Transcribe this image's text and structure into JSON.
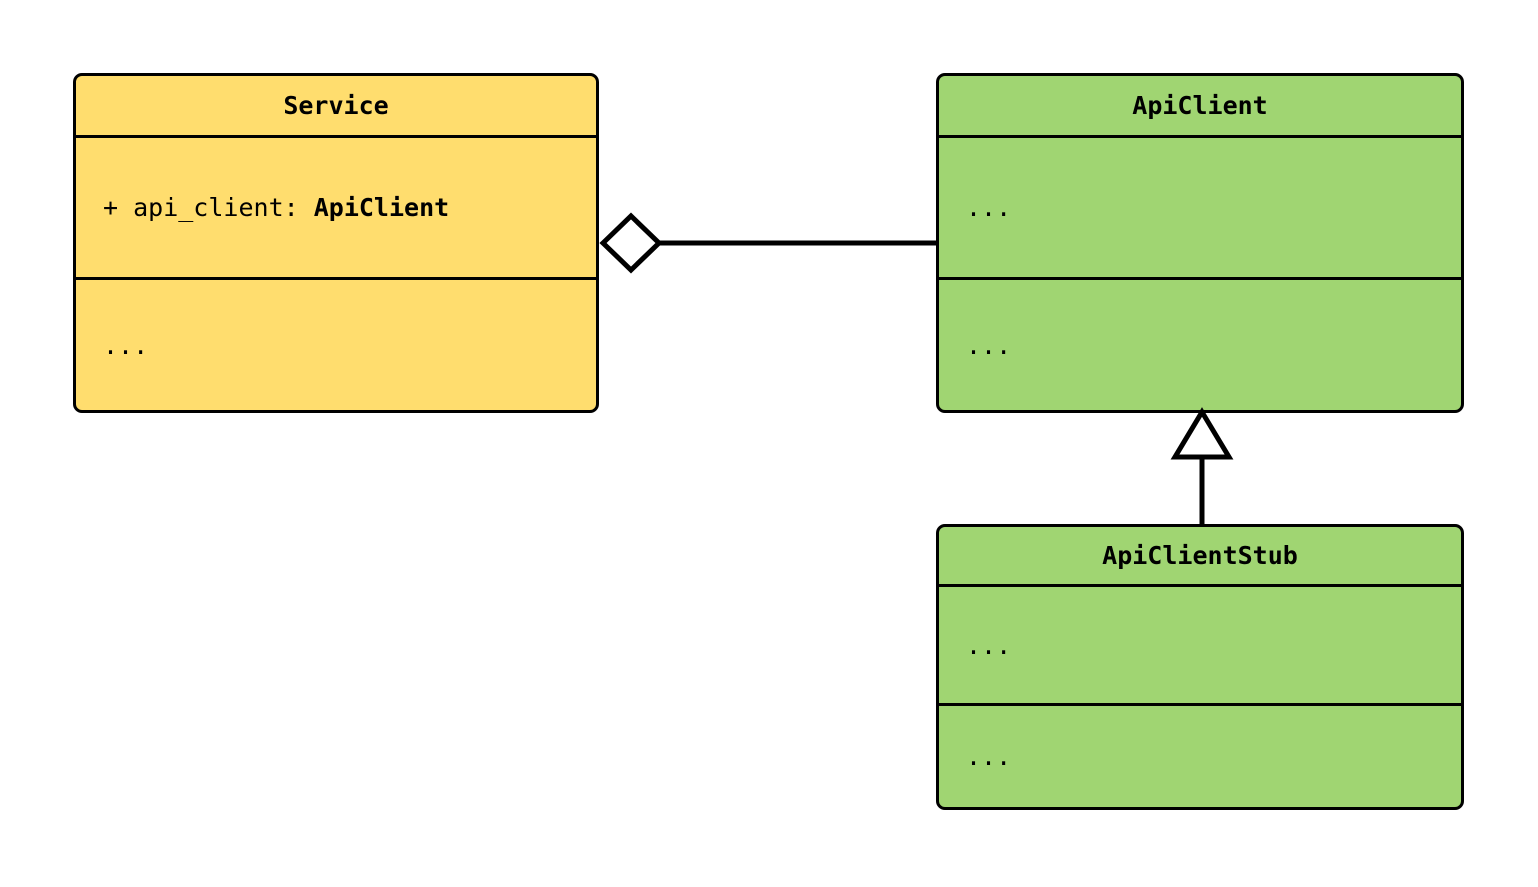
{
  "diagram": {
    "kind": "uml-class-diagram",
    "background_color": "#ffffff",
    "line_color": "#000000",
    "classes": [
      {
        "id": "service",
        "name": "Service",
        "fill_color": "#FFDD6E",
        "attributes": [
          {
            "visibility": "+",
            "text_prefix": "+ api_client: ",
            "name": "api_client",
            "type": "ApiClient"
          }
        ],
        "operations_placeholder": "...",
        "attributes_placeholder": ""
      },
      {
        "id": "apiclient",
        "name": "ApiClient",
        "fill_color": "#A0D572",
        "attributes_placeholder": "...",
        "operations_placeholder": "..."
      },
      {
        "id": "apiclientstub",
        "name": "ApiClientStub",
        "fill_color": "#A0D572",
        "attributes_placeholder": "...",
        "operations_placeholder": "..."
      }
    ],
    "relationships": [
      {
        "id": "service-aggregates-apiclient",
        "type": "aggregation",
        "marker": "hollow-diamond",
        "source": "Service",
        "target": "ApiClient",
        "label": ""
      },
      {
        "id": "apiclientstub-inherits-apiclient",
        "type": "generalization",
        "marker": "hollow-triangle",
        "source": "ApiClientStub",
        "target": "ApiClient",
        "label": ""
      }
    ]
  }
}
